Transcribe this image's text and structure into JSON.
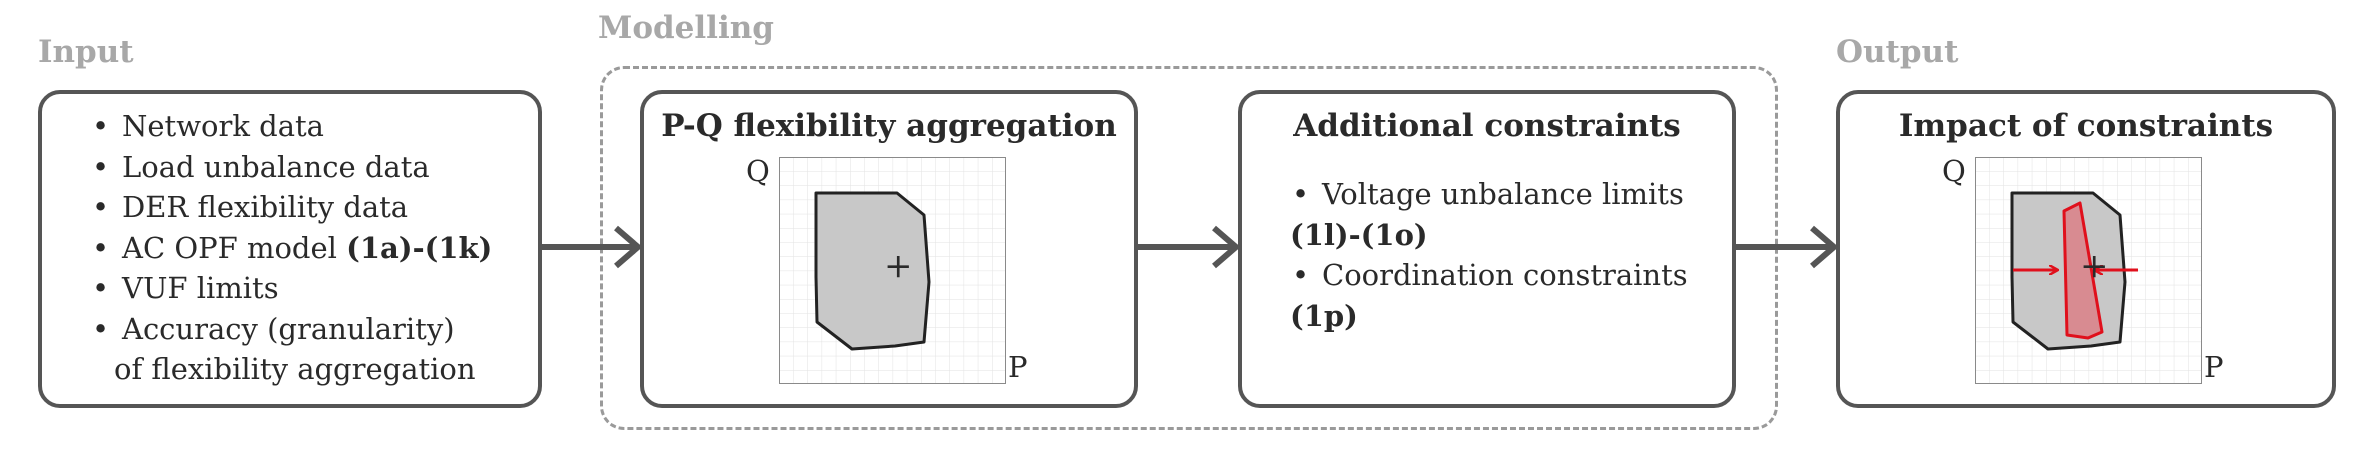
{
  "sections": {
    "input": "Input",
    "modelling": "Modelling",
    "output": "Output"
  },
  "input_box": {
    "items": [
      {
        "text": "Network data"
      },
      {
        "text": "Load unbalance data"
      },
      {
        "text": "DER flexibility data"
      },
      {
        "text": "AC OPF model ",
        "bold": "(1a)-(1k)"
      },
      {
        "text": "VUF limits"
      },
      {
        "text": "Accuracy (granularity)"
      },
      {
        "text": "of flexibility aggregation"
      }
    ]
  },
  "aggregation_box": {
    "title": "P-Q flexibility aggregation",
    "q_label": "Q",
    "p_label": "P",
    "marker": "+"
  },
  "constraints_box": {
    "title": "Additional constraints",
    "item1_text": "Voltage unbalance limits",
    "item1_bold": "(1l)-(1o)",
    "item2_text": "Coordination constraints",
    "item2_bold": "(1p)"
  },
  "impact_box": {
    "title": "Impact of constraints",
    "q_label": "Q",
    "p_label": "P",
    "marker": "+"
  },
  "colors": {
    "box_border": "#555555",
    "region_fill": "#c8c8c8",
    "constraint_red": "#e0101c",
    "section_label": "#a8a8a8"
  }
}
